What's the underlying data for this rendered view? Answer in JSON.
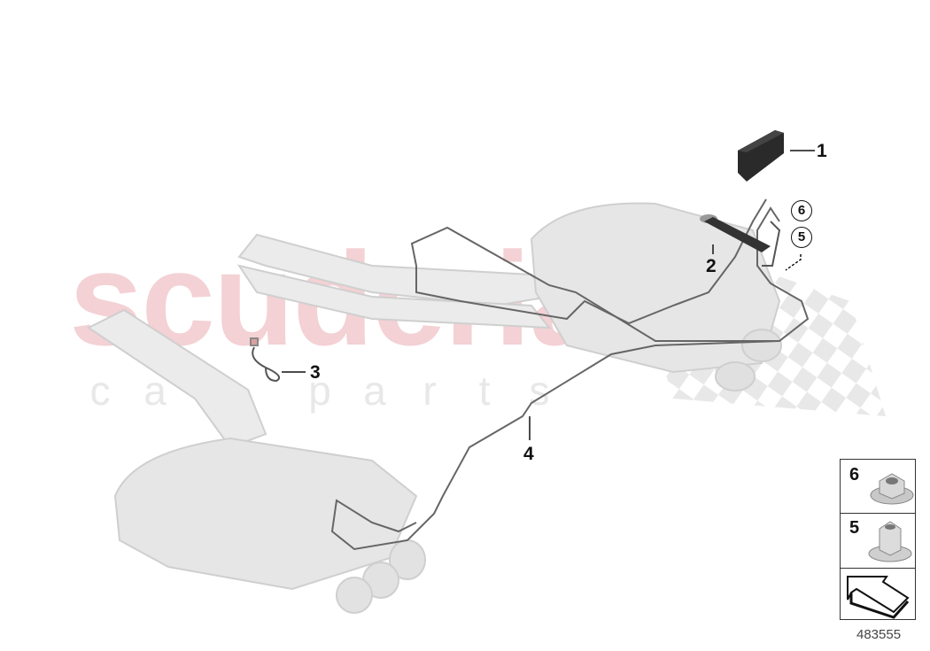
{
  "watermark": {
    "brand": "scuderia",
    "sub_letters": [
      "c",
      "a",
      "r",
      "",
      "p",
      "a",
      "r",
      "t",
      "s"
    ]
  },
  "callouts": [
    {
      "id": "1",
      "label": "1",
      "part": "control unit (black box)"
    },
    {
      "id": "2",
      "label": "2",
      "part": "bracket / module"
    },
    {
      "id": "3",
      "label": "3",
      "part": "sensor with lead"
    },
    {
      "id": "4",
      "label": "4",
      "part": "wiring line"
    },
    {
      "id": "5",
      "label": "5",
      "part": "collar nut"
    },
    {
      "id": "6",
      "label": "6",
      "part": "flange nut"
    }
  ],
  "legend": {
    "items": [
      {
        "number": "6",
        "icon": "flange-nut-icon"
      },
      {
        "number": "5",
        "icon": "collar-nut-icon"
      },
      {
        "number": "",
        "icon": "direction-arrow-icon"
      }
    ]
  },
  "diagram_id": "483555"
}
